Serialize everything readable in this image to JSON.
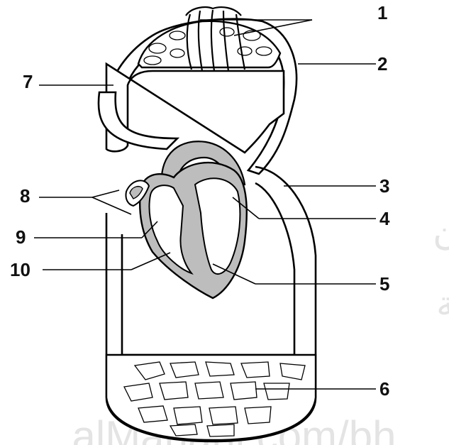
{
  "labels": [
    "1",
    "2",
    "3",
    "4",
    "5",
    "6",
    "7",
    "8",
    "9",
    "10"
  ],
  "watermark": {
    "line1": "تم تحميل هذا الملف من",
    "line2": "موقع المناهج البحرينية",
    "line3": "alManahj.com/bh"
  },
  "colors": {
    "stroke": "#000000",
    "shade": "#bdbdbd",
    "label": "#111111"
  }
}
